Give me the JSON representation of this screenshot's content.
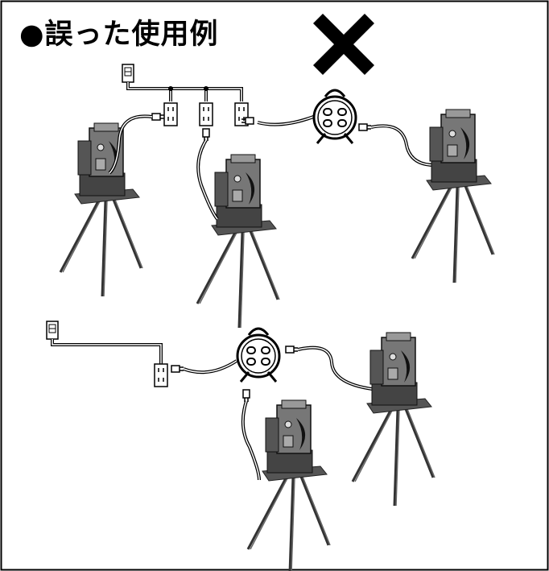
{
  "title": "●誤った使用例",
  "mark": {
    "name": "cross-mark",
    "meaning": "incorrect",
    "color": "#000000"
  },
  "diagram": {
    "scenes": [
      {
        "name": "upper-scene",
        "components": [
          "wall-outlet",
          "power-strip-branch",
          "cord-reel",
          "machine-on-tripod",
          "machine-on-tripod",
          "machine-on-tripod"
        ]
      },
      {
        "name": "lower-scene",
        "components": [
          "wall-outlet",
          "extension-cord",
          "cord-reel",
          "machine-on-tripod",
          "machine-on-tripod"
        ]
      }
    ]
  }
}
